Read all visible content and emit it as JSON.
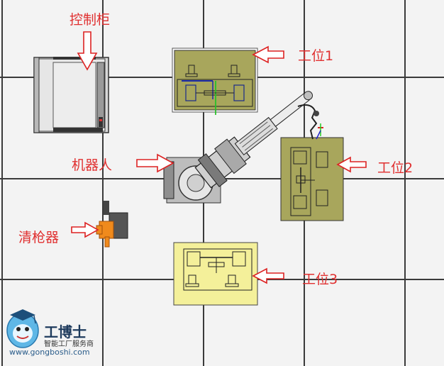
{
  "labels": {
    "control_cabinet": "控制柜",
    "station1": "工位1",
    "station2": "工位2",
    "station3": "工位3",
    "robot": "机器人",
    "torch_cleaner": "清枪器"
  },
  "watermark": {
    "brand": "工博士",
    "slogan": "智能工厂服务商",
    "url": "www.gongboshi.com"
  },
  "colors": {
    "label_red": "#e03030",
    "fixture_olive": "#a8a65c",
    "fixture_yellow": "#f4f09a",
    "cleaner_orange": "#f08a1c"
  },
  "icons": [
    "arrow-right-icon",
    "arrow-left-icon",
    "arrow-down-icon",
    "mascot-icon"
  ]
}
